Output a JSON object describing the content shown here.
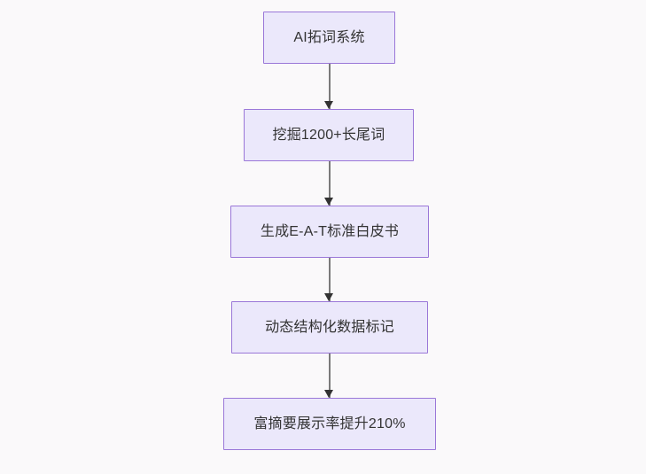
{
  "diagram": {
    "type": "flowchart",
    "orientation": "top-to-bottom",
    "background_color": "#faf9fa",
    "node_fill_color": "#ebe8fb",
    "node_border_color": "#9a77d8",
    "node_text_color": "#333333",
    "connector_color": "#7a7a7a",
    "arrowhead_color": "#333333",
    "nodes": [
      {
        "id": "node-1",
        "label": "AI拓词系统"
      },
      {
        "id": "node-2",
        "label": "挖掘1200+长尾词"
      },
      {
        "id": "node-3",
        "label": "生成E-A-T标准白皮书"
      },
      {
        "id": "node-4",
        "label": "动态结构化数据标记"
      },
      {
        "id": "node-5",
        "label": "富摘要展示率提升210%"
      }
    ],
    "edges": [
      {
        "id": "edge-1",
        "from": "node-1",
        "to": "node-2",
        "label": ""
      },
      {
        "id": "edge-2",
        "from": "node-2",
        "to": "node-3",
        "label": ""
      },
      {
        "id": "edge-3",
        "from": "node-3",
        "to": "node-4",
        "label": ""
      },
      {
        "id": "edge-4",
        "from": "node-4",
        "to": "node-5",
        "label": ""
      }
    ]
  }
}
